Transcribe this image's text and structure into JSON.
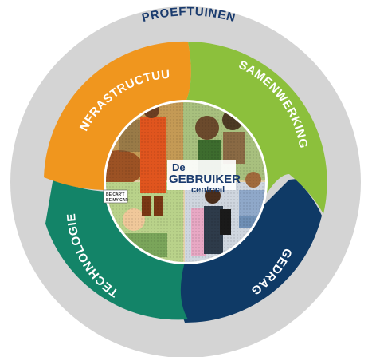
{
  "title": "PROEFTUINEN",
  "segments": [
    {
      "label": "INFRASTRUCTUUR",
      "color": "#f0961e"
    },
    {
      "label": "SAMENWERKING",
      "color": "#8cc03c"
    },
    {
      "label": "GEDRAG",
      "color": "#0f3a66"
    },
    {
      "label": "TECHNOLOGIE",
      "color": "#138468"
    }
  ],
  "center": {
    "line1": "De",
    "line2": "GEBRUIKER",
    "line3": "centraal"
  },
  "sign": {
    "line1": "BE CAR'T",
    "line2": "BE MY CAR"
  },
  "colors": {
    "outer_ring": "#d4d4d4",
    "title": "#1a3b6e",
    "badge_bg": "#ffffff"
  }
}
